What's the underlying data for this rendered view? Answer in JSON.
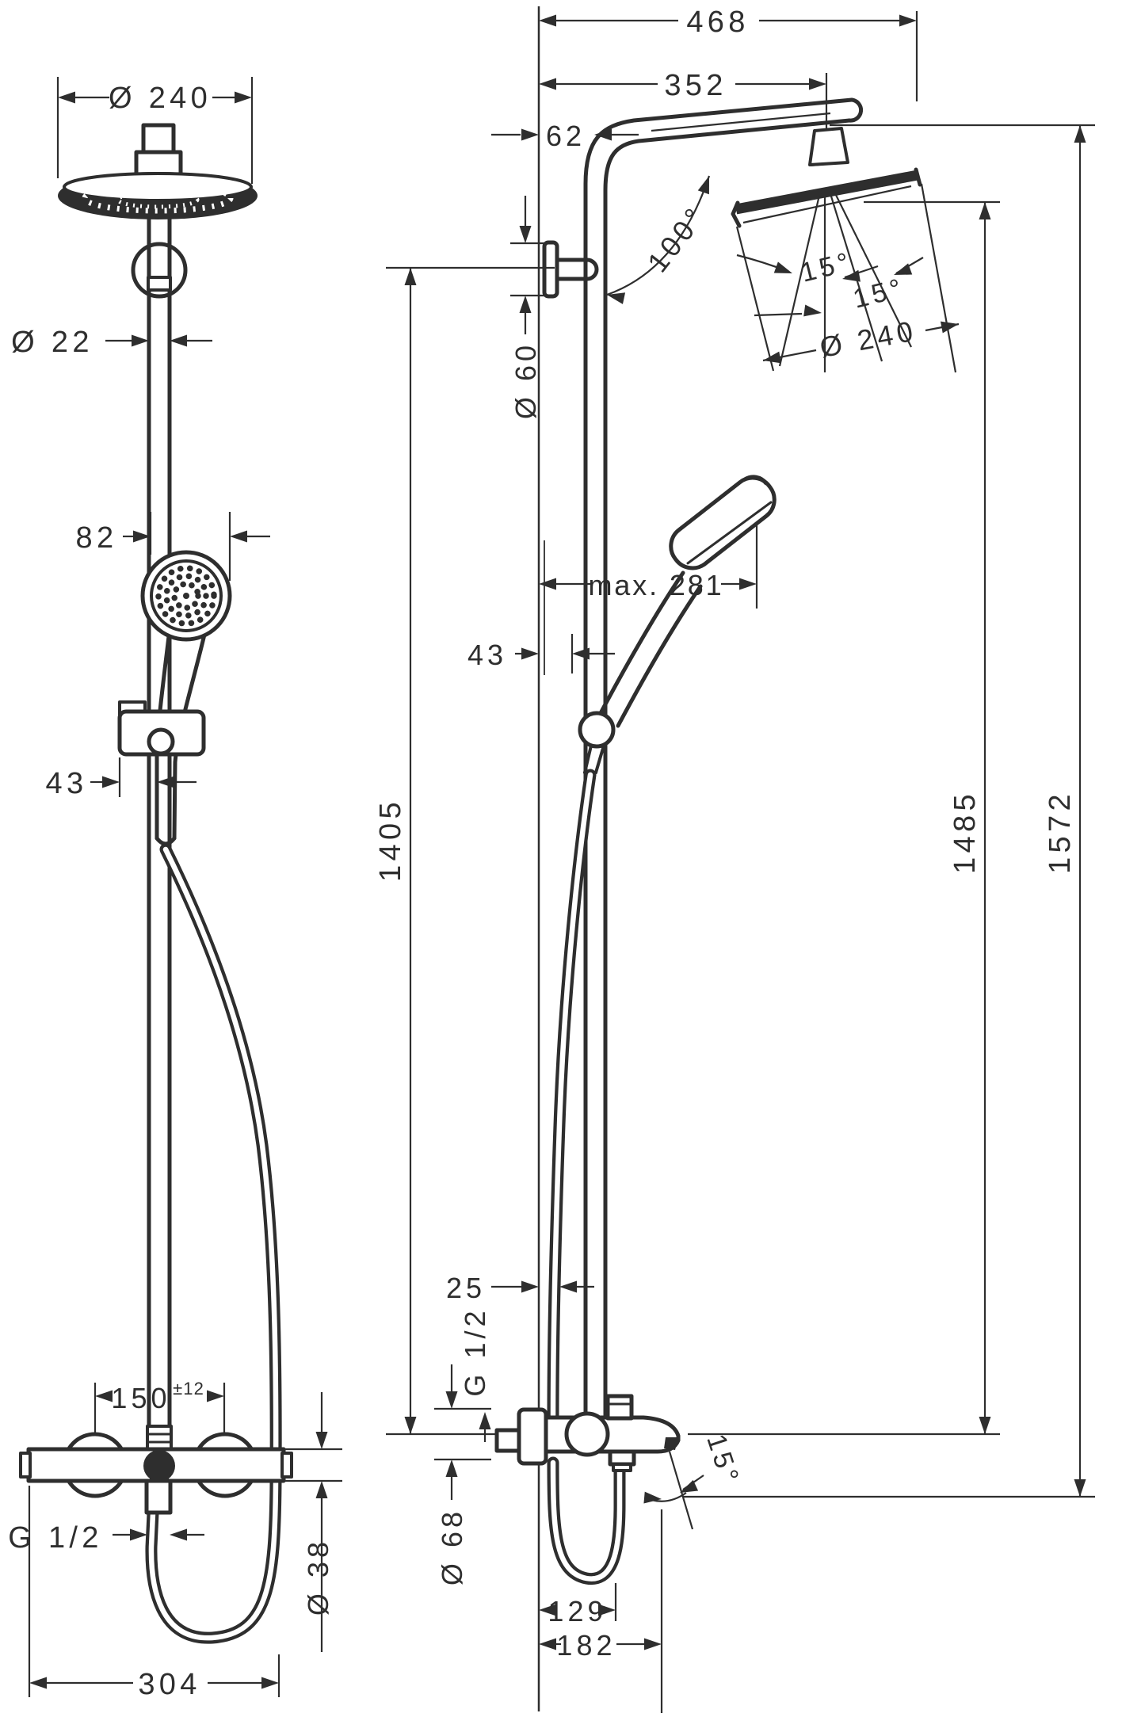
{
  "labels": {
    "front": {
      "head_diameter": "Ø 240",
      "pipe_diameter": "Ø 22",
      "handshower_width": "82",
      "holder_offset": "43",
      "handle_spacing": "150",
      "handle_spacing_tol": "±12",
      "thread": "G 1/2",
      "valve_diameter": "Ø 38",
      "valve_width": "304"
    },
    "side": {
      "reach_total": "468",
      "reach_arm": "352",
      "wall_offset": "62",
      "arm_angle": "100°",
      "bracket_diameter": "Ø 60",
      "tilt_left": "15°",
      "tilt_right": "15°",
      "head_diameter": "Ø 240",
      "handshower_max_height": "max. 281",
      "holder_offset": "43",
      "height_bracket": "1405",
      "height_head_underside": "1485",
      "height_total": "1572",
      "wall_hose_offset": "25",
      "thread": "G 1/2",
      "escutcheon_diameter": "Ø 68",
      "spout_angle": "15°",
      "spout_reach_inner": "129",
      "spout_reach_total": "182"
    }
  }
}
